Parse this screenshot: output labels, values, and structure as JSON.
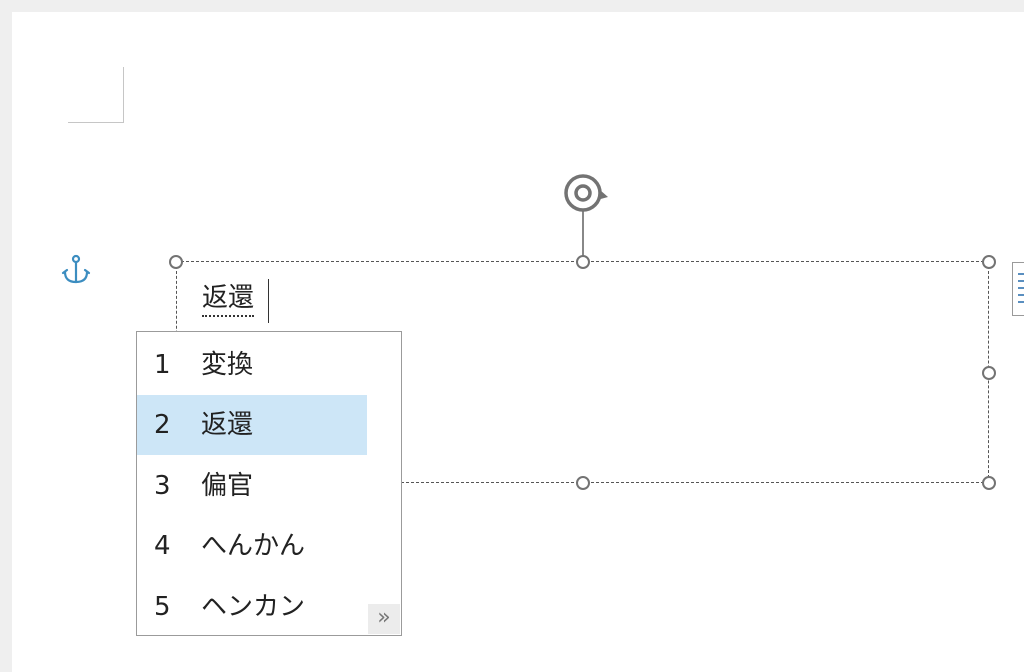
{
  "ime": {
    "composition_text": "返還",
    "candidates": [
      {
        "number": "1",
        "text": "変換"
      },
      {
        "number": "2",
        "text": "返還"
      },
      {
        "number": "3",
        "text": "偏官"
      },
      {
        "number": "4",
        "text": "へんかん"
      },
      {
        "number": "5",
        "text": "ヘンカン"
      }
    ],
    "selected_index": 1,
    "expand_glyph": "»"
  },
  "colors": {
    "selection": "#cde6f7",
    "anchor": "#3c8dc0",
    "handle_border": "#737373"
  },
  "icons": [
    "anchor-icon",
    "rotate-handle-icon",
    "layout-options-icon",
    "expand-icon"
  ]
}
